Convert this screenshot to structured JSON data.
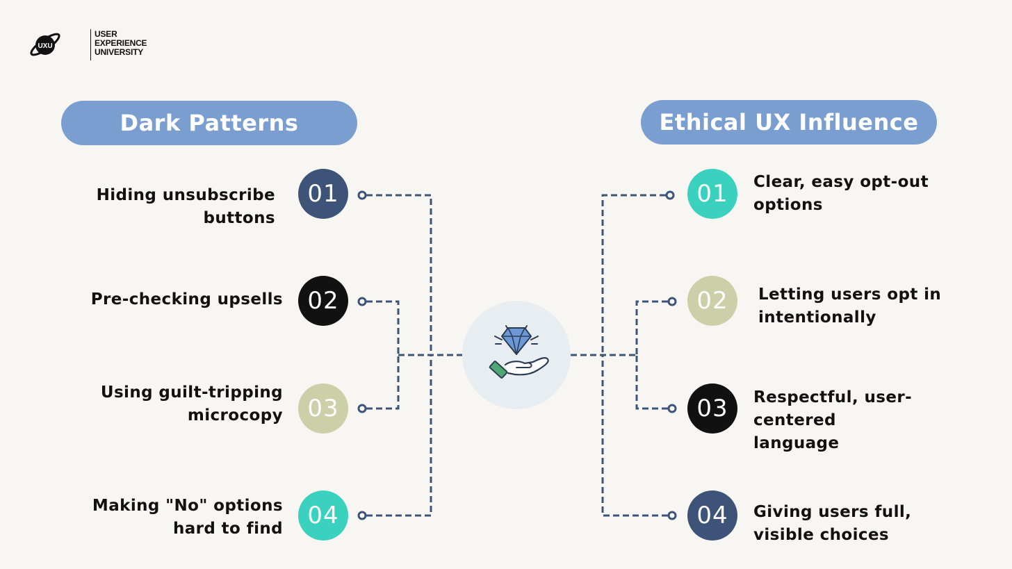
{
  "logo": {
    "mark_text": "UXU",
    "lines": [
      "USER",
      "EXPERIENCE",
      "UNIVERSITY"
    ]
  },
  "left": {
    "title": "Dark Patterns",
    "items": [
      {
        "num": "01",
        "text": "Hiding unsubscribe buttons",
        "color": "#3d5478"
      },
      {
        "num": "02",
        "text": "Pre-checking upsells",
        "color": "#111111"
      },
      {
        "num": "03",
        "text": "Using guilt-tripping microcopy",
        "color": "#ccd0a8"
      },
      {
        "num": "04",
        "text": "Making \"No\" options hard to find",
        "color": "#3ad1bf"
      }
    ]
  },
  "right": {
    "title": "Ethical UX Influence",
    "items": [
      {
        "num": "01",
        "text": "Clear, easy opt-out options",
        "color": "#3ad1bf"
      },
      {
        "num": "02",
        "text": "Letting users opt in intentionally",
        "color": "#ccd0a8"
      },
      {
        "num": "03",
        "text": "Respectful, user-centered language",
        "color": "#111111"
      },
      {
        "num": "04",
        "text": "Giving users full, visible choices",
        "color": "#3d5478"
      }
    ]
  },
  "hub": {
    "icon": "diamond-in-hand-icon"
  },
  "colors": {
    "pill": "#7b9ed1",
    "connector": "#3d5478",
    "background": "#f8f6f3"
  }
}
